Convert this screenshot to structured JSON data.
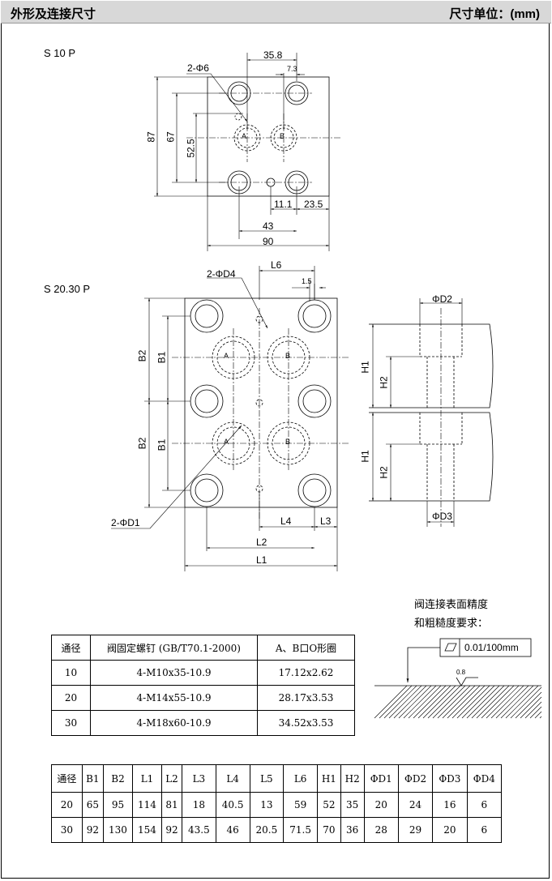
{
  "header": {
    "title": "外形及连接尺寸",
    "unit": "尺寸单位：(mm)"
  },
  "s10": {
    "title": "S 10 P",
    "dims": {
      "d358": "35.8",
      "d73": "7.3",
      "holes": "2-Φ6",
      "d87": "87",
      "d67": "67",
      "d525": "52.5",
      "d111": "11.1",
      "d235": "23.5",
      "d43": "43",
      "d90": "90"
    },
    "ports": {
      "a": "A",
      "b": "B"
    }
  },
  "s2030": {
    "title": "S 20.30 P",
    "dims": {
      "d4": "2-ΦD4",
      "l6": "L6",
      "d15": "1.5",
      "b2a": "B2",
      "b1a": "B1",
      "b2b": "B2",
      "b1b": "B1",
      "d1": "2-ΦD1",
      "l4": "L4",
      "l3": "L3",
      "l2": "L2",
      "l1": "L1"
    },
    "ports": {
      "a1": "A",
      "b1": "B",
      "a2": "A",
      "b2": "B"
    },
    "side": {
      "d2": "ΦD2",
      "h1a": "H1",
      "h2a": "H2",
      "h1b": "H1",
      "h2b": "H2",
      "d3": "ΦD3"
    }
  },
  "surface": {
    "line1": "阀连接表面精度",
    "line2": "和粗糙度要求：",
    "flatness": "0.01/100mm",
    "roughness": "0.8"
  },
  "table1": {
    "headers": [
      "通径",
      "阀固定螺钉 (GB/T70.1-2000)",
      "A、B口O形圈"
    ],
    "rows": [
      [
        "10",
        "4-M10x35-10.9",
        "17.12x2.62"
      ],
      [
        "20",
        "4-M14x55-10.9",
        "28.17x3.53"
      ],
      [
        "30",
        "4-M18x60-10.9",
        "34.52x3.53"
      ]
    ]
  },
  "table2": {
    "headers": [
      "通径",
      "B1",
      "B2",
      "L1",
      "L2",
      "L3",
      "L4",
      "L5",
      "L6",
      "H1",
      "H2",
      "ΦD1",
      "ΦD2",
      "ΦD3",
      "ΦD4"
    ],
    "rows": [
      [
        "20",
        "65",
        "95",
        "114",
        "81",
        "18",
        "40.5",
        "13",
        "59",
        "52",
        "35",
        "20",
        "24",
        "16",
        "6"
      ],
      [
        "30",
        "92",
        "130",
        "154",
        "92",
        "43.5",
        "46",
        "20.5",
        "71.5",
        "70",
        "36",
        "28",
        "29",
        "20",
        "6"
      ]
    ]
  }
}
